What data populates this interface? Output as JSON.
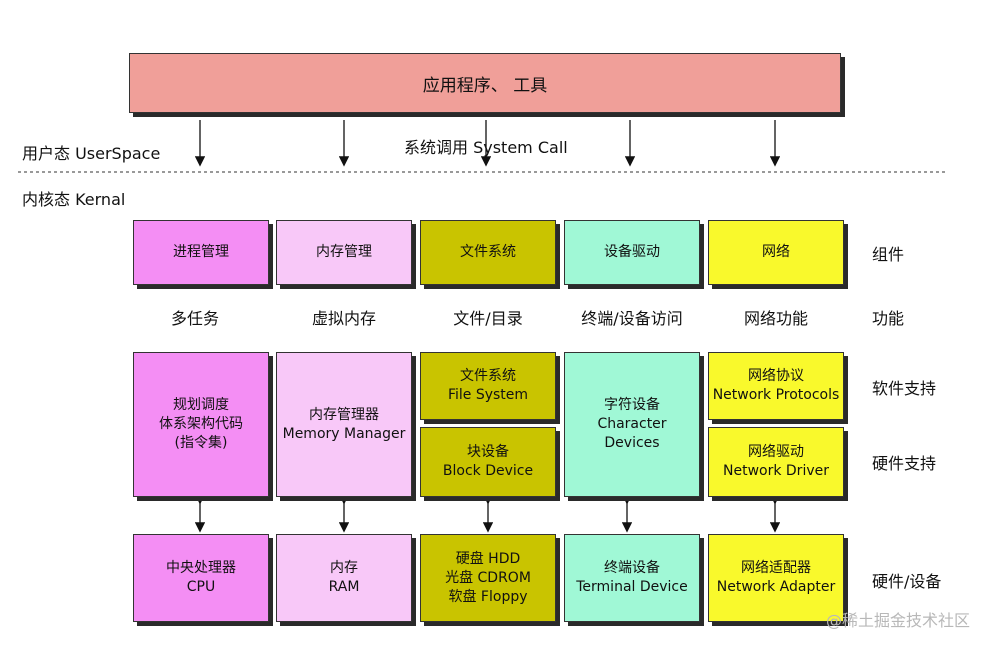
{
  "top": {
    "app_label": "应用程序、 工具"
  },
  "labels": {
    "user_space": "用户态 UserSpace",
    "syscall": "系统调用   System Call",
    "kernel": "内核态 Kernal"
  },
  "side_labels": {
    "components": "组件",
    "functions": "功能",
    "software": "软件支持",
    "hardware_support": "硬件支持",
    "hardware_devices": "硬件/设备"
  },
  "components": [
    "进程管理",
    "内存管理",
    "文件系统",
    "设备驱动",
    "网络"
  ],
  "functions": [
    "多任务",
    "虚拟内存",
    "文件/目录",
    "终端/设备访问",
    "网络功能"
  ],
  "software": {
    "process": "规划调度\n体系架构代码\n(指令集)",
    "memory": "内存管理器\nMemory Manager",
    "file_system": "文件系统\nFile System",
    "block_device": "块设备\nBlock Device",
    "character": "字符设备\nCharacter\nDevices",
    "net_protocols": "网络协议\nNetwork Protocols",
    "net_driver": "网络驱动\nNetwork Driver"
  },
  "hardware": {
    "cpu": "中央处理器\nCPU",
    "ram": "内存\nRAM",
    "disks": "硬盘 HDD\n光盘 CDROM\n软盘 Floppy",
    "terminal": "终端设备\nTerminal Device",
    "adapter": "网络适配器\nNetwork Adapter"
  },
  "colors": {
    "app": "#f09f99",
    "process": "#f48ef4",
    "memory": "#f8c8f8",
    "file": "#c9c400",
    "device": "#a0f8d6",
    "network": "#f9f92c"
  },
  "watermark": "@稀土掘金技术社区"
}
